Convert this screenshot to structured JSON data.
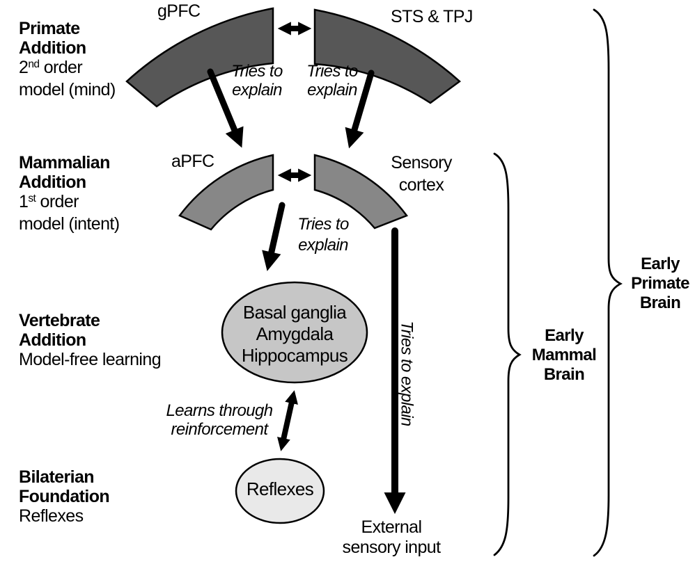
{
  "colors": {
    "arc_dark": "#575757",
    "arc_mid": "#878787",
    "node_gray": "#c6c6c6",
    "node_light": "#e9e9e9",
    "ink": "#000000",
    "background": "#ffffff"
  },
  "rows": {
    "primate": {
      "heading": [
        "Primate",
        "Addition"
      ],
      "ordinal_base": "2",
      "ordinal_sup": "nd",
      "ordinal_rest": " order",
      "model": "model (mind)",
      "left_arc": "gPFC",
      "right_arc": "STS & TPJ"
    },
    "mammalian": {
      "heading": [
        "Mammalian",
        "Addition"
      ],
      "ordinal_base": "1",
      "ordinal_sup": "st",
      "ordinal_rest": " order",
      "model": "model (intent)",
      "left_arc": "aPFC",
      "right_arc": [
        "Sensory",
        "cortex"
      ]
    },
    "vertebrate": {
      "heading": [
        "Vertebrate",
        "Addition"
      ],
      "sub": "Model-free learning"
    },
    "bilaterian": {
      "heading": [
        "Bilaterian",
        "Foundation"
      ],
      "sub": "Reflexes"
    }
  },
  "nodes": {
    "basal": {
      "lines": [
        "Basal ganglia",
        "Amygdala",
        "Hippocampus"
      ]
    },
    "reflexes": {
      "label": "Reflexes"
    },
    "external": {
      "lines": [
        "External",
        "sensory input"
      ]
    }
  },
  "annotations": {
    "tries": [
      "Tries to",
      "explain"
    ],
    "tries_vertical": "Tries to explain",
    "learns": [
      "Learns through",
      "reinforcement"
    ]
  },
  "braces": {
    "mammal": [
      "Early",
      "Mammal",
      "Brain"
    ],
    "primate": [
      "Early",
      "Primate",
      "Brain"
    ]
  }
}
